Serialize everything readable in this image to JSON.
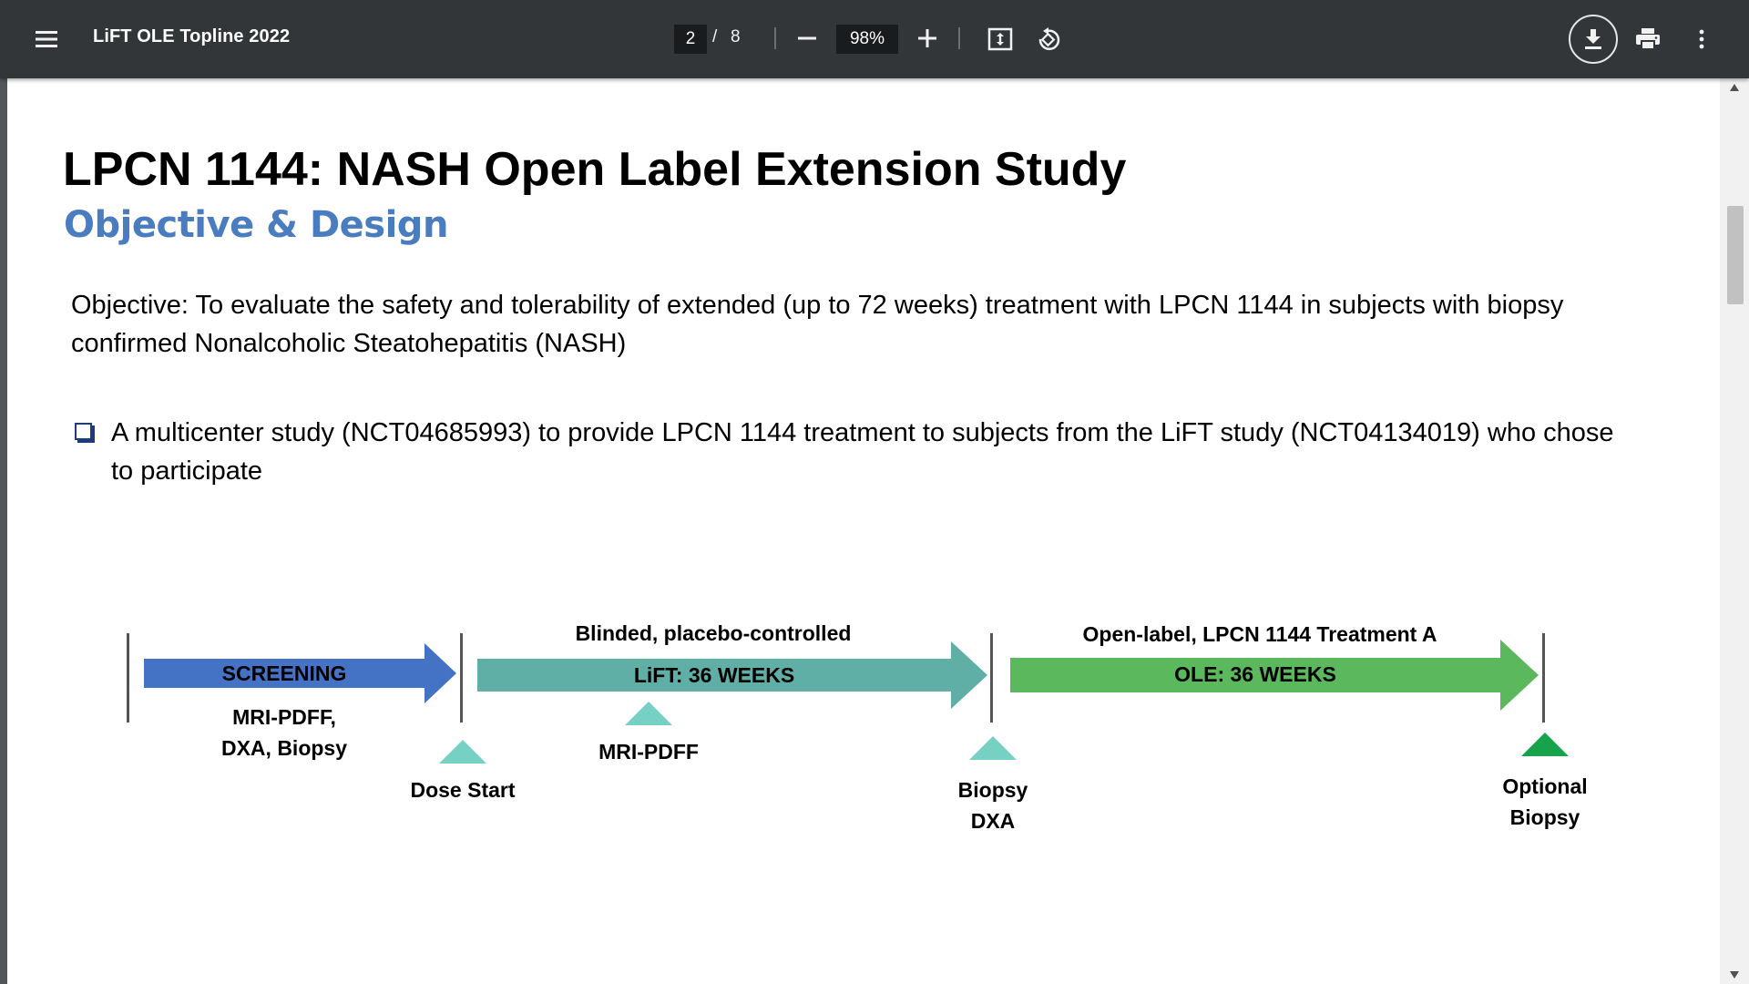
{
  "toolbar": {
    "title": "LiFT OLE Topline 2022",
    "page_current": "2",
    "page_separator": "/",
    "page_total": "8",
    "zoom": "98%"
  },
  "slide": {
    "title": "LPCN 1144: NASH Open Label Extension Study",
    "subtitle": "Objective & Design",
    "objective_line1": "Objective: To evaluate the safety and tolerability of extended (up to 72 weeks) treatment with LPCN 1144 in subjects with biopsy",
    "objective_line2": "confirmed Nonalcoholic Steatohepatitis (NASH)",
    "bullet_line1": "A multicenter study (NCT04685993) to provide LPCN 1144 treatment to subjects from the LiFT study (NCT04134019) who chose",
    "bullet_line2": "to participate"
  },
  "diagram": {
    "phases": [
      {
        "arrow_label": "SCREENING",
        "color": "#4472c4",
        "above": "",
        "below_line1": "MRI-PDFF,",
        "below_line2": "DXA,  Biopsy"
      },
      {
        "arrow_label": "LiFT: 36 WEEKS",
        "color": "#5fafa6",
        "above": "Blinded, placebo-controlled"
      },
      {
        "arrow_label": "OLE: 36 WEEKS",
        "color": "#5cb85c",
        "above": "Open-label, LPCN 1144 Treatment A"
      }
    ],
    "milestones": [
      {
        "label_line1": "Dose Start",
        "color": "#76d0c4"
      },
      {
        "label_line1": "MRI-PDFF",
        "color": "#76d0c4"
      },
      {
        "label_line1": "Biopsy",
        "label_line2": "DXA",
        "color": "#76d0c4"
      },
      {
        "label_line1": "Optional",
        "label_line2": "Biopsy",
        "color": "#16a34a"
      }
    ]
  }
}
